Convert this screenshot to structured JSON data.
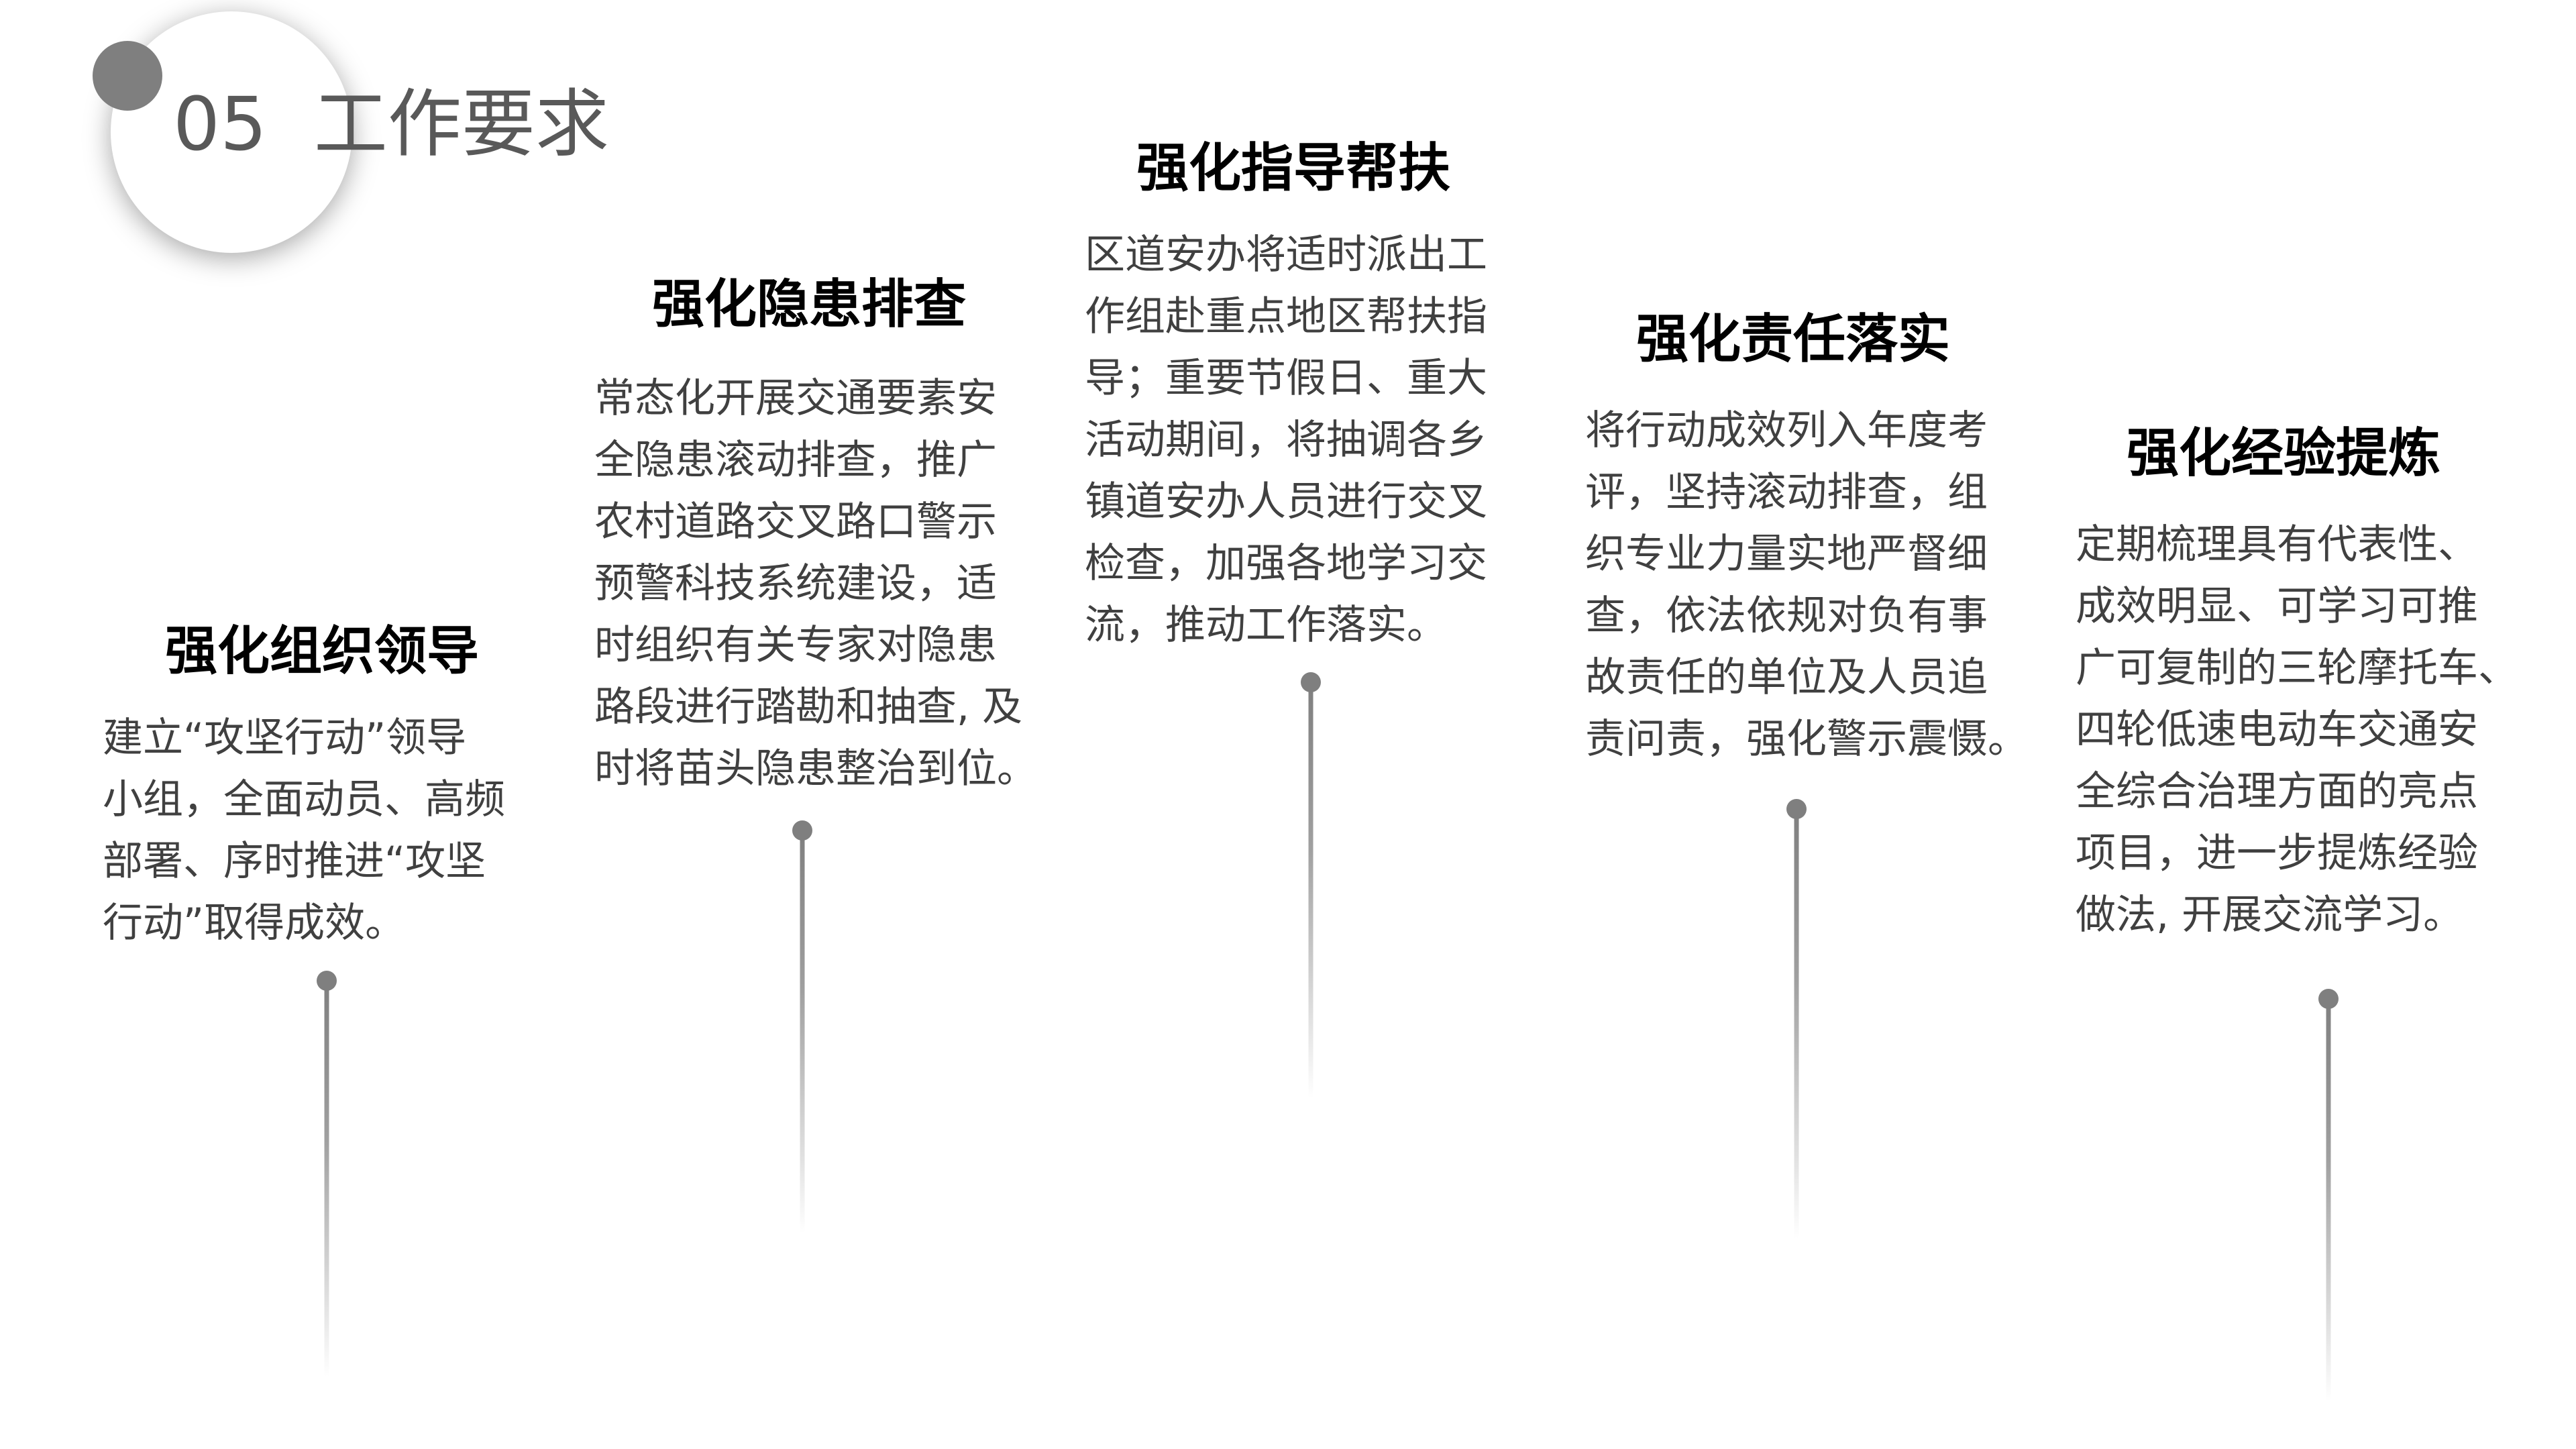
{
  "header": {
    "number": "05",
    "title": "工作要求"
  },
  "colors": {
    "accent": "#7f7f7f",
    "title_text": "#595959",
    "body_text": "#404040"
  },
  "items": [
    {
      "title": "强化组织领导",
      "lines": [
        "建立“攻坚行动”领导",
        "小组，全面动员、高频",
        "部署、序时推进“攻坚",
        "行动”取得成效。"
      ]
    },
    {
      "title": "强化隐患排查",
      "lines": [
        "常态化开展交通要素安",
        "全隐患滚动排查，推广",
        "农村道路交叉路口警示",
        "预警科技系统建设，适",
        "时组织有关专家对隐患",
        "路段进行踏勘和抽查, 及",
        "时将苗头隐患整治到位。"
      ]
    },
    {
      "title": "强化指导帮扶",
      "lines": [
        "区道安办将适时派出工",
        "作组赴重点地区帮扶指",
        "导；重要节假日、重大",
        "活动期间，将抽调各乡",
        "镇道安办人员进行交叉",
        "检查，加强各地学习交",
        "流，推动工作落实。"
      ]
    },
    {
      "title": "强化责任落实",
      "lines": [
        "将行动成效列入年度考",
        "评，坚持滚动排查，组",
        "织专业力量实地严督细",
        "查，依法依规对负有事",
        "故责任的单位及人员追",
        "责问责，强化警示震慑。"
      ]
    },
    {
      "title": "强化经验提炼",
      "lines": [
        "定期梳理具有代表性、",
        "成效明显、可学习可推",
        "广可复制的三轮摩托车、",
        "四轮低速电动车交通安",
        "全综合治理方面的亮点",
        "项目，进一步提炼经验",
        "做法, 开展交流学习。"
      ]
    }
  ]
}
